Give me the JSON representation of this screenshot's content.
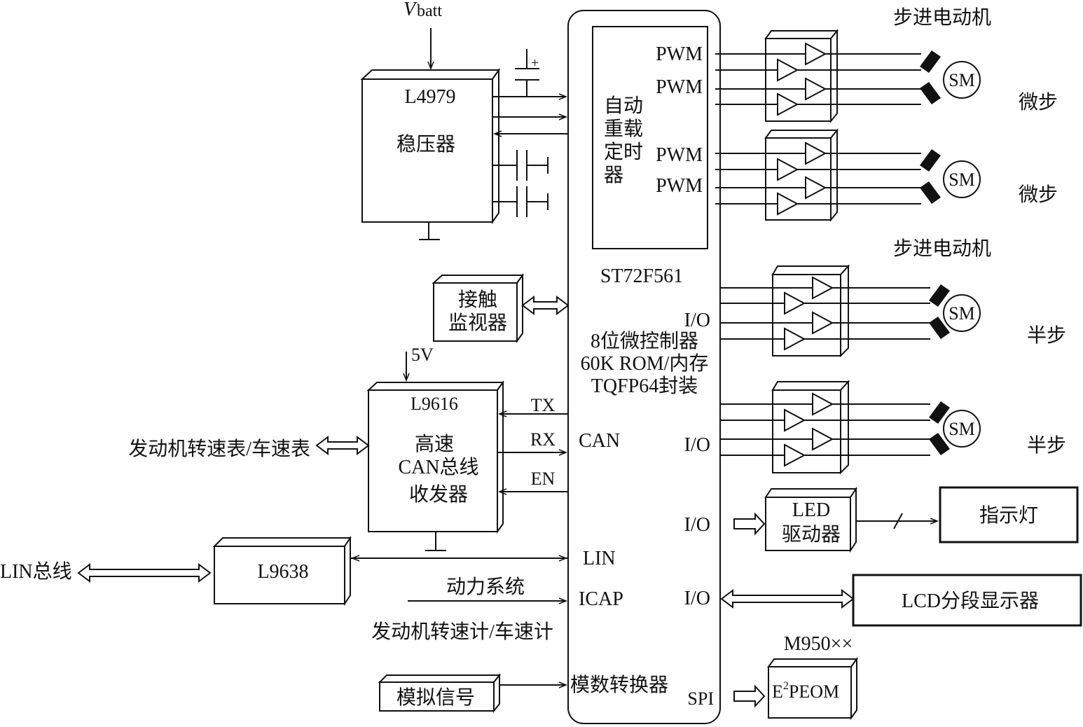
{
  "vbatt_v": "V",
  "vbatt_sub": "batt",
  "regulator": {
    "part": "L4979",
    "name": "稳压器"
  },
  "mcu": {
    "timer": [
      "自动",
      "重载",
      "定时",
      "器"
    ],
    "pwm": [
      "PWM",
      "PWM",
      "PWM",
      "PWM"
    ],
    "part": "ST72F561",
    "io_labels": [
      "I/O",
      "I/O",
      "I/O",
      "I/O"
    ],
    "desc": [
      "8位微控制器",
      "60K ROM/内存",
      "TQFP64封装"
    ],
    "can": "CAN",
    "lin": "LIN",
    "icap": "ICAP",
    "adc": "模数转换器",
    "spi": "SPI"
  },
  "contact_monitor": [
    "接触",
    "监视器"
  ],
  "can_supply": "5V",
  "can_transceiver": {
    "part": "L9616",
    "lines": [
      "高速",
      "CAN总线",
      "收发器"
    ]
  },
  "can_signals": [
    "TX",
    "RX",
    "EN"
  ],
  "tacho_can": "发动机转速表/车速表",
  "lin_bus": "LIN总线",
  "lin_chip": "L9638",
  "powertrain": "动力系统",
  "tacho_icap": "发动机转速计/车速计",
  "analog": "模拟信号",
  "stepper_title_1": "步进电动机",
  "stepper_title_2": "步进电动机",
  "motor_label": "SM",
  "modes": [
    "微步",
    "微步",
    "半步",
    "半步"
  ],
  "led_driver": [
    "LED",
    "驱动器"
  ],
  "indicator": "指示灯",
  "lcd": "LCD分段显示器",
  "eeprom_part": "M950××",
  "eeprom": {
    "e": "E",
    "sup": "2",
    "rest": "PEOM"
  }
}
